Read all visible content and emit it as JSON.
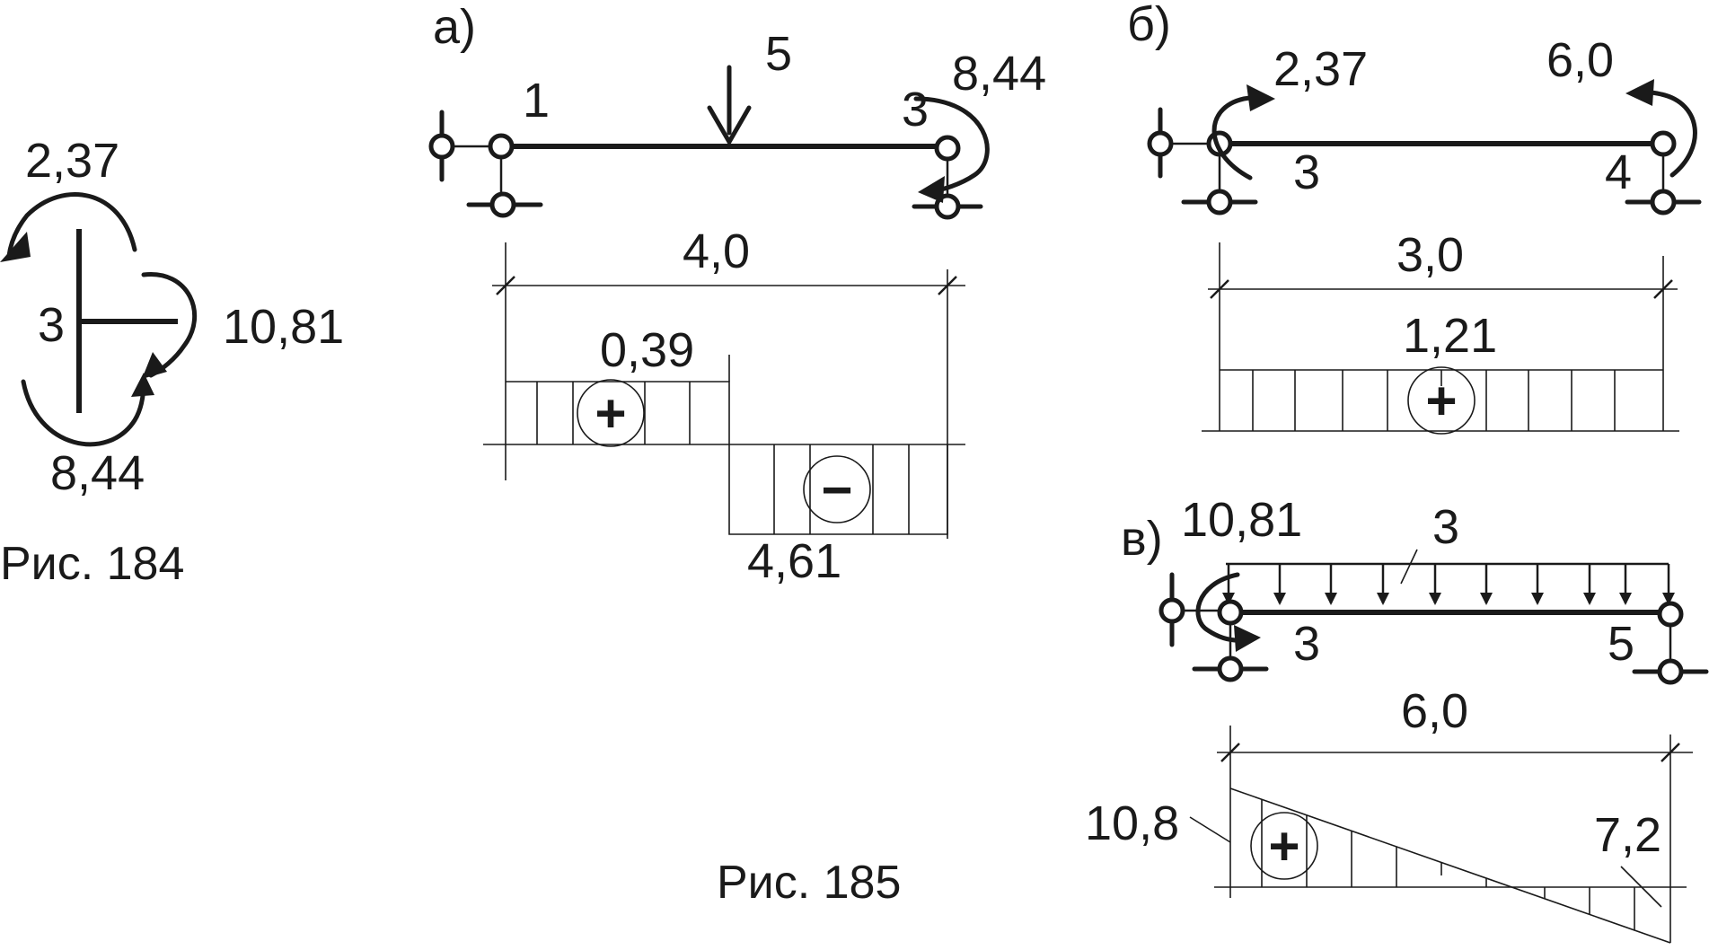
{
  "fig184": {
    "caption": "Рис. 184",
    "moment_top": "2,37",
    "moment_right": "10,81",
    "moment_bottom": "8,44",
    "load": "3"
  },
  "fig185": {
    "caption": "Рис. 185",
    "a": {
      "tag": "а)",
      "node_left": "1",
      "node_right": "3",
      "force": "5",
      "moment": "8,44",
      "span": "4,0",
      "shear_pos": "0,39",
      "shear_neg": "4,61",
      "sign_pos": "+",
      "sign_neg": "−"
    },
    "b": {
      "tag": "б)",
      "moment_left": "2,37",
      "moment_right": "6,0",
      "node_left": "3",
      "node_right": "4",
      "span": "3,0",
      "shear": "1,21",
      "sign": "+"
    },
    "c": {
      "tag": "в)",
      "moment_left": "10,81",
      "load": "3",
      "node_left": "3",
      "node_right": "5",
      "span": "6,0",
      "shear_left": "10,8",
      "shear_right": "7,2",
      "sign": "+"
    }
  }
}
